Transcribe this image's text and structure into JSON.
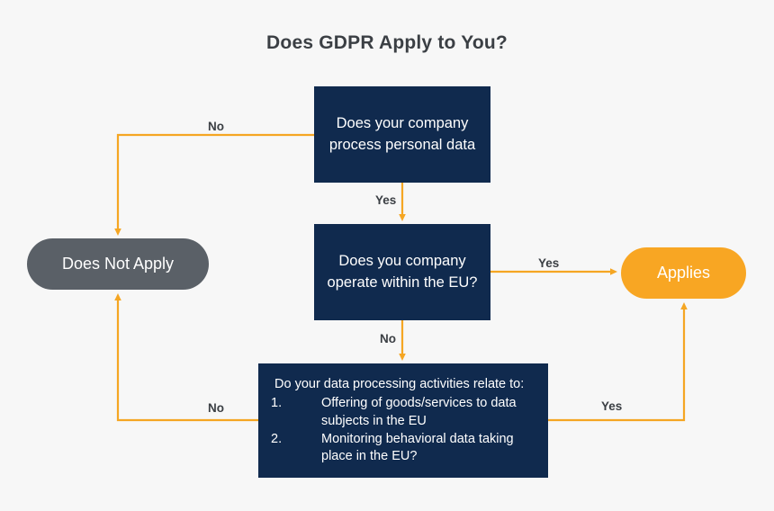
{
  "chart_data": {
    "type": "diagram",
    "title": "Does GDPR Apply to You?",
    "nodes": [
      {
        "id": "process",
        "shape": "rect",
        "label": "Does your company process personal data",
        "color": "#102a4e"
      },
      {
        "id": "eu",
        "shape": "rect",
        "label": "Does you company operate within the EU?",
        "color": "#102a4e"
      },
      {
        "id": "activities",
        "shape": "rect",
        "label": "Do your data processing activities relate to: 1. Offering of goods/services to data subjects in the EU 2. Monitoring behavioral data taking place in the EU?",
        "color": "#102a4e"
      },
      {
        "id": "not-apply",
        "shape": "pill",
        "label": "Does Not Apply",
        "color": "#5a6067"
      },
      {
        "id": "applies",
        "shape": "pill",
        "label": "Applies",
        "color": "#f8a623"
      }
    ],
    "edges": [
      {
        "from": "process",
        "to": "not-apply",
        "label": "No"
      },
      {
        "from": "process",
        "to": "eu",
        "label": "Yes"
      },
      {
        "from": "eu",
        "to": "applies",
        "label": "Yes"
      },
      {
        "from": "eu",
        "to": "activities",
        "label": "No"
      },
      {
        "from": "activities",
        "to": "not-apply",
        "label": "No"
      },
      {
        "from": "activities",
        "to": "applies",
        "label": "Yes"
      }
    ]
  },
  "title": "Does GDPR Apply to You?",
  "nodes": {
    "process": {
      "label": "Does your company process personal data"
    },
    "eu": {
      "label": "Does you company operate within the EU?"
    },
    "activities": {
      "lead": "Do your data processing activities relate to:",
      "items": [
        {
          "num": "1.",
          "text": "Offering of goods/services to data subjects in the EU"
        },
        {
          "num": "2.",
          "text": "Monitoring behavioral data taking place in the EU?"
        }
      ]
    },
    "not_apply": {
      "label": "Does Not Apply"
    },
    "applies": {
      "label": "Applies"
    }
  },
  "edge_labels": {
    "no_top": "No",
    "yes_mid": "Yes",
    "yes_right": "Yes",
    "no_mid": "No",
    "no_bottom": "No",
    "yes_bottom": "Yes"
  },
  "colors": {
    "background": "#f7f7f7",
    "node_navy": "#102a4e",
    "node_gray": "#5a6067",
    "node_orange": "#f8a623",
    "connector": "#f5a623",
    "title_text": "#3b3f44",
    "node_text": "#ffffff"
  }
}
